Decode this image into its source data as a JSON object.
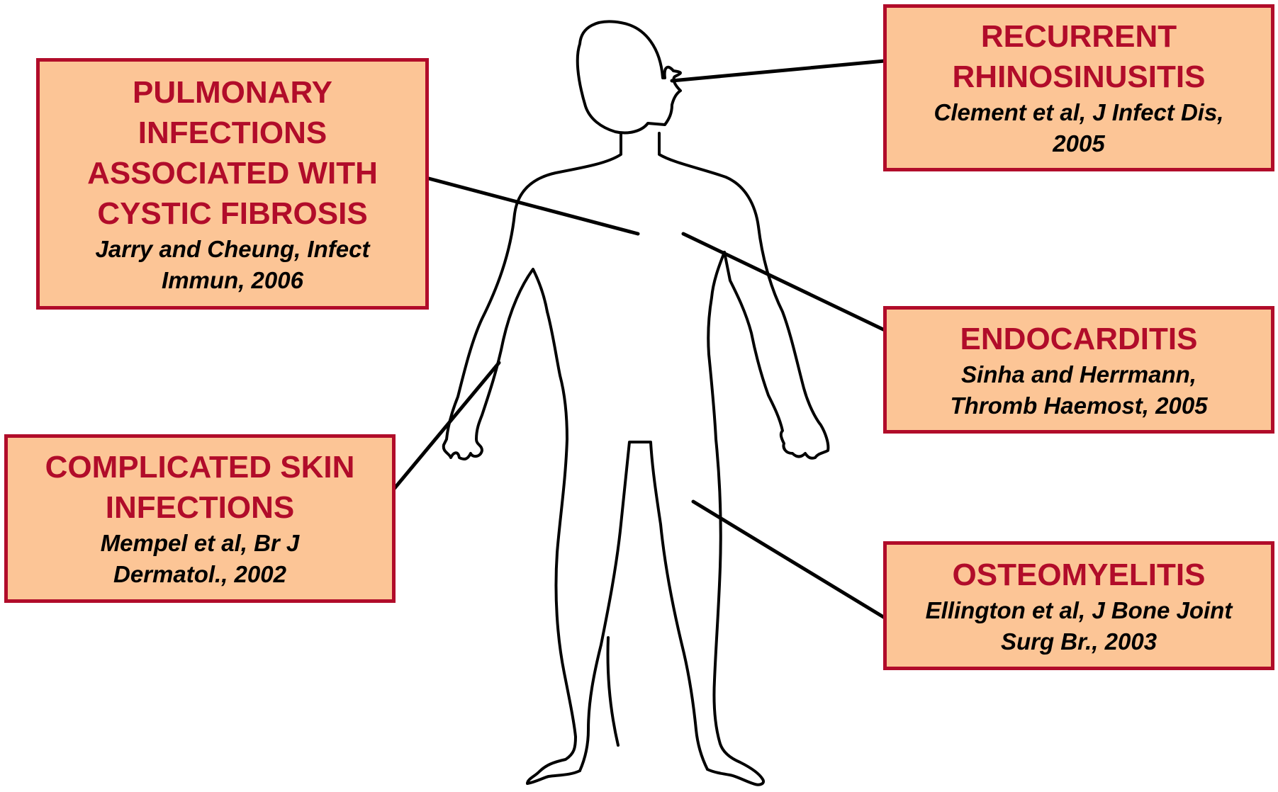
{
  "colors": {
    "box_fill": "#fcc596",
    "box_border": "#b10c2a",
    "title_text": "#b10c2a",
    "reference_text": "#000000",
    "outline": "#000000"
  },
  "callouts": {
    "rhinosinusitis": {
      "title": "RECURRENT\nRHINOSINUSITIS",
      "reference": "Clement et al, J Infect Dis,\n2005"
    },
    "pulmonary": {
      "title": "PULMONARY\nINFECTIONS\nASSOCIATED WITH\nCYSTIC FIBROSIS",
      "reference": "Jarry and Cheung, Infect\nImmun, 2006"
    },
    "endocarditis": {
      "title": "ENDOCARDITIS",
      "reference": "Sinha and Herrmann,\nThromb Haemost, 2005"
    },
    "skin": {
      "title": "COMPLICATED SKIN\nINFECTIONS",
      "reference": "Mempel et al, Br J\nDermatol., 2002"
    },
    "osteomyelitis": {
      "title": "OSTEOMYELITIS",
      "reference": "Ellington et al, J Bone Joint\nSurg Br., 2003"
    }
  }
}
